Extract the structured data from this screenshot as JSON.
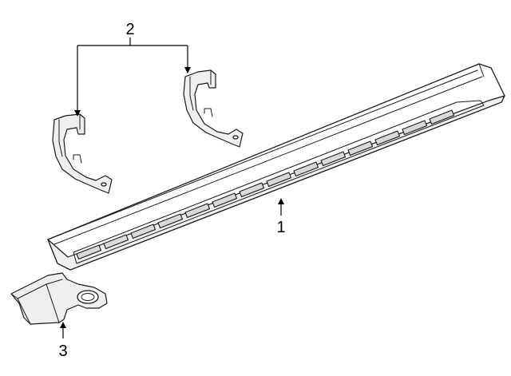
{
  "callouts": {
    "running_board": "1",
    "brackets": "2",
    "end_cap": "3"
  },
  "colors": {
    "line": "#1a1a1a",
    "background": "#ffffff",
    "shade": "#efefef"
  }
}
